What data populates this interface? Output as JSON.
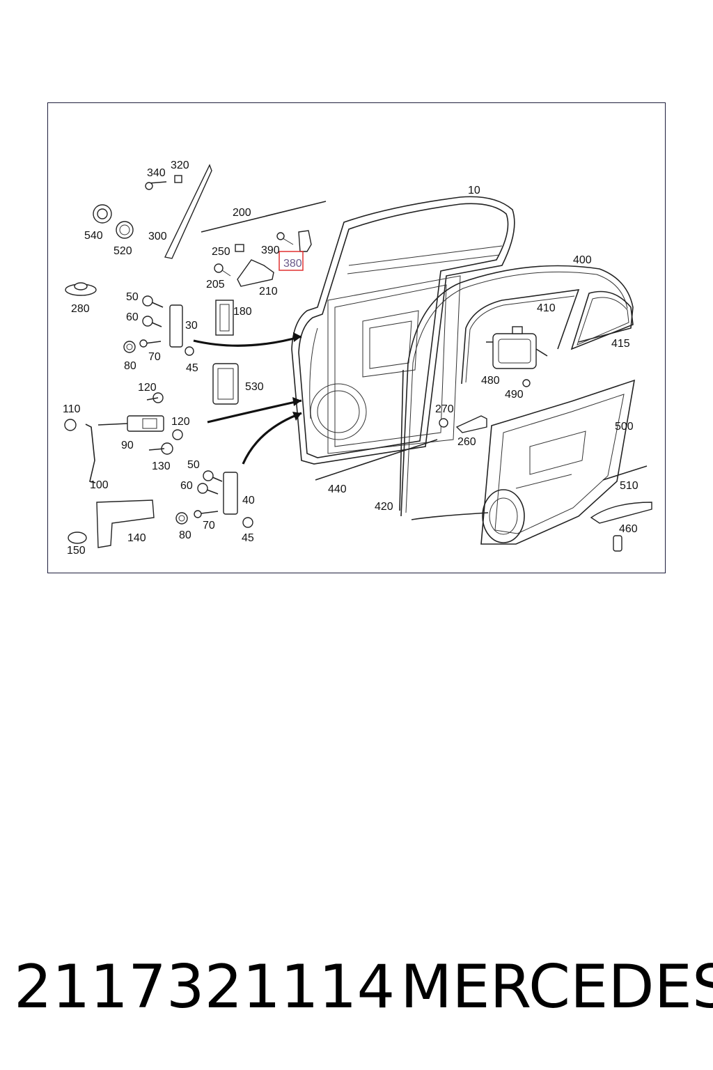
{
  "diagram": {
    "highlighted_part": "380",
    "callouts": {
      "c10": "10",
      "c30": "30",
      "c40": "40",
      "c45a": "45",
      "c45b": "45",
      "c50a": "50",
      "c50b": "50",
      "c60a": "60",
      "c60b": "60",
      "c70a": "70",
      "c70b": "70",
      "c80a": "80",
      "c80b": "80",
      "c90": "90",
      "c100": "100",
      "c110": "110",
      "c120a": "120",
      "c120b": "120",
      "c130": "130",
      "c140": "140",
      "c150": "150",
      "c180": "180",
      "c200": "200",
      "c205": "205",
      "c210": "210",
      "c250": "250",
      "c260": "260",
      "c270": "270",
      "c280": "280",
      "c300": "300",
      "c320": "320",
      "c340": "340",
      "c380": "380",
      "c390": "390",
      "c400": "400",
      "c410": "410",
      "c415": "415",
      "c420": "420",
      "c440": "440",
      "c460": "460",
      "c480": "480",
      "c490": "490",
      "c500": "500",
      "c510": "510",
      "c520": "520",
      "c530": "530",
      "c540": "540"
    },
    "highlight_color": "#e03030"
  },
  "caption": {
    "part_number": "2117321114",
    "brand": "MERCEDES"
  }
}
